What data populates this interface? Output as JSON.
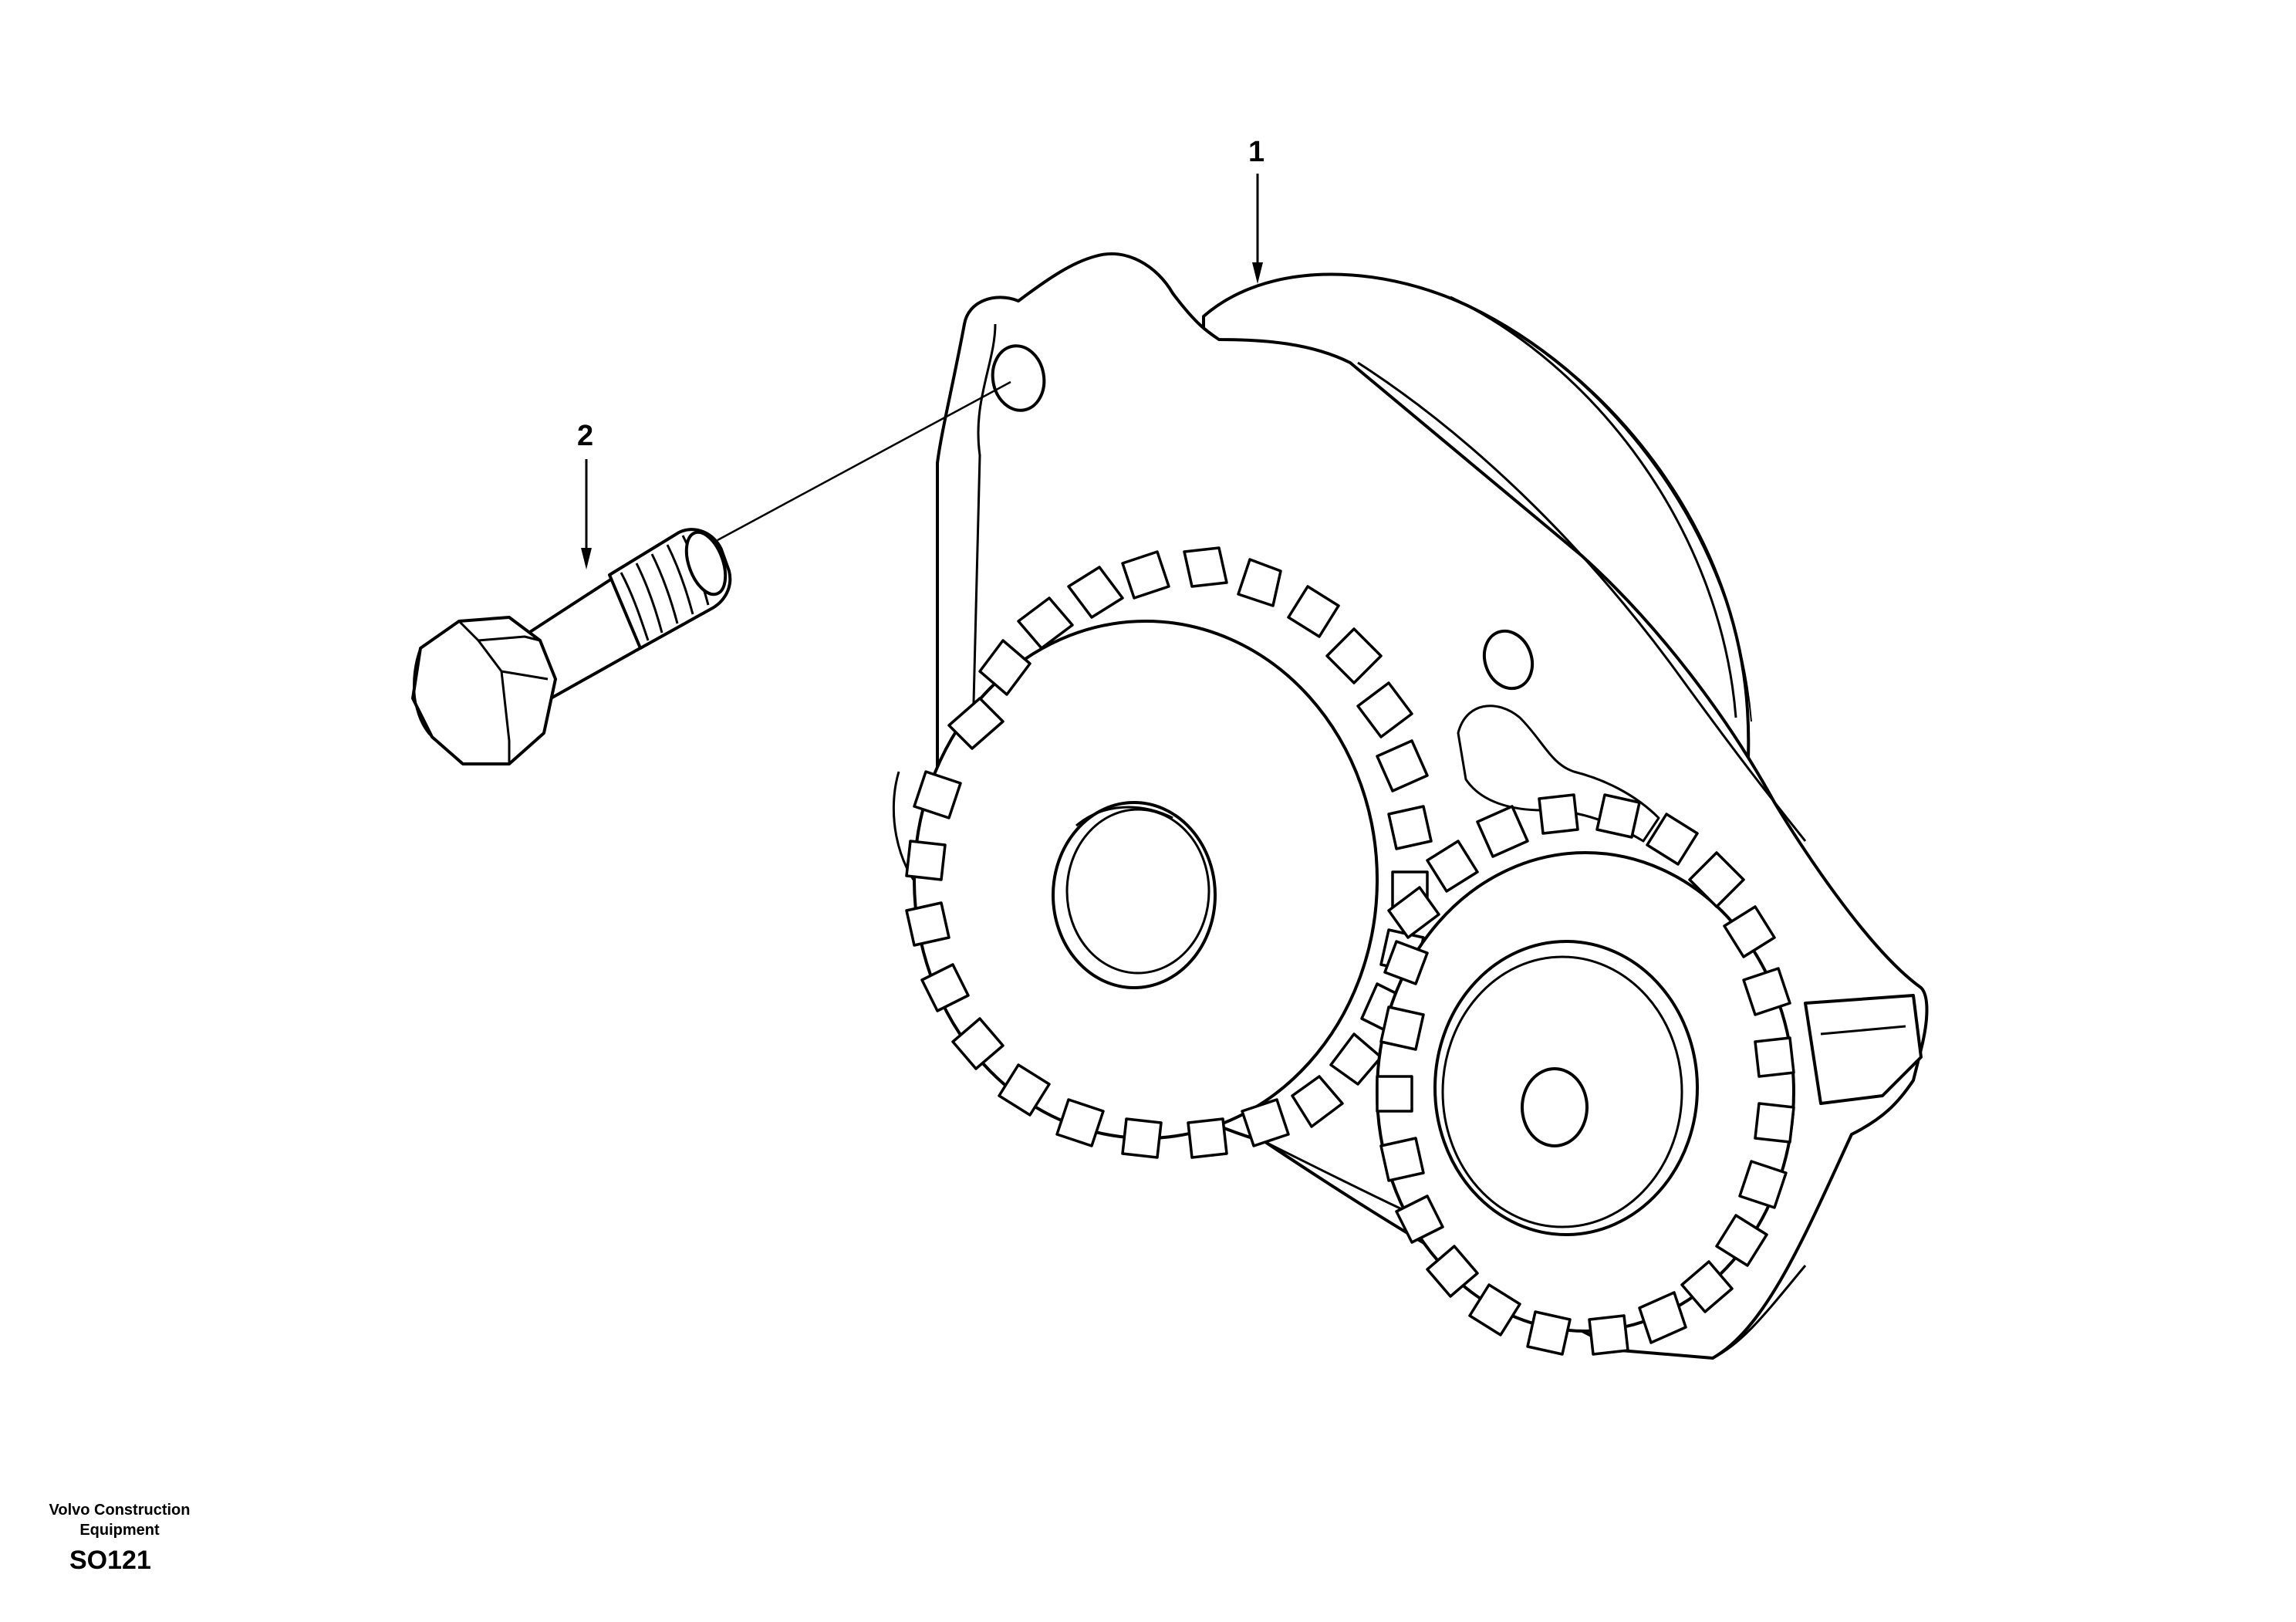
{
  "diagram": {
    "callouts": [
      {
        "id": "1",
        "part": "oil-pump-assembly"
      },
      {
        "id": "2",
        "part": "hex-bolt"
      }
    ]
  },
  "footer": {
    "brand_line_1": "Volvo Construction",
    "brand_line_2": "Equipment",
    "code": "SO121"
  },
  "colors": {
    "line": "#000000",
    "background": "#ffffff"
  }
}
